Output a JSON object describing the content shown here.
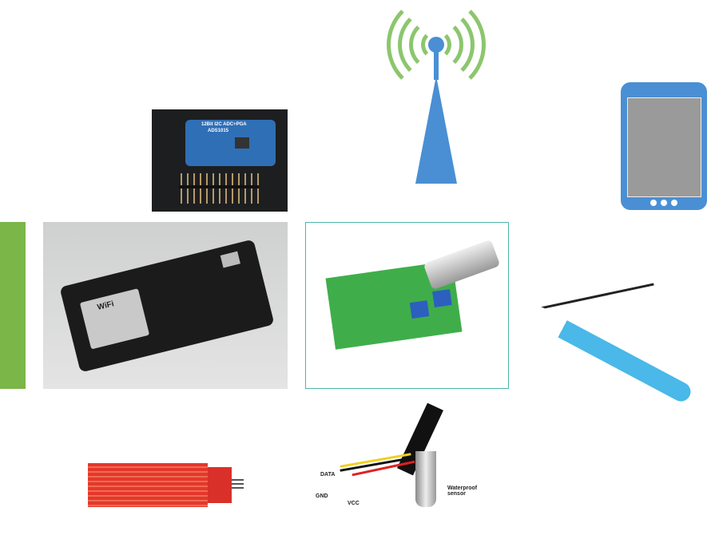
{
  "images": {
    "tower": {
      "icon": "wireless-tower-icon",
      "colors": {
        "arcs": "#8cc66d",
        "tower": "#4a8fd4"
      }
    },
    "phone": {
      "icon": "smartphone-icon",
      "color": "#4a8fd4"
    },
    "adc_module": {
      "board_label": "12Bit I2C ADC+PGA",
      "chip_label": "ADS1015"
    },
    "nodemcu": {
      "module_label": "WiFi"
    },
    "ph_board": {
      "frame_color": "#4cb8a8"
    },
    "ph_probe": {},
    "water_level_sensor": {},
    "temperature_probe": {
      "wire_labels": {
        "data": "DATA",
        "gnd": "GND",
        "vcc": "VCC"
      },
      "sensor_label": "Waterproof sensor"
    }
  }
}
